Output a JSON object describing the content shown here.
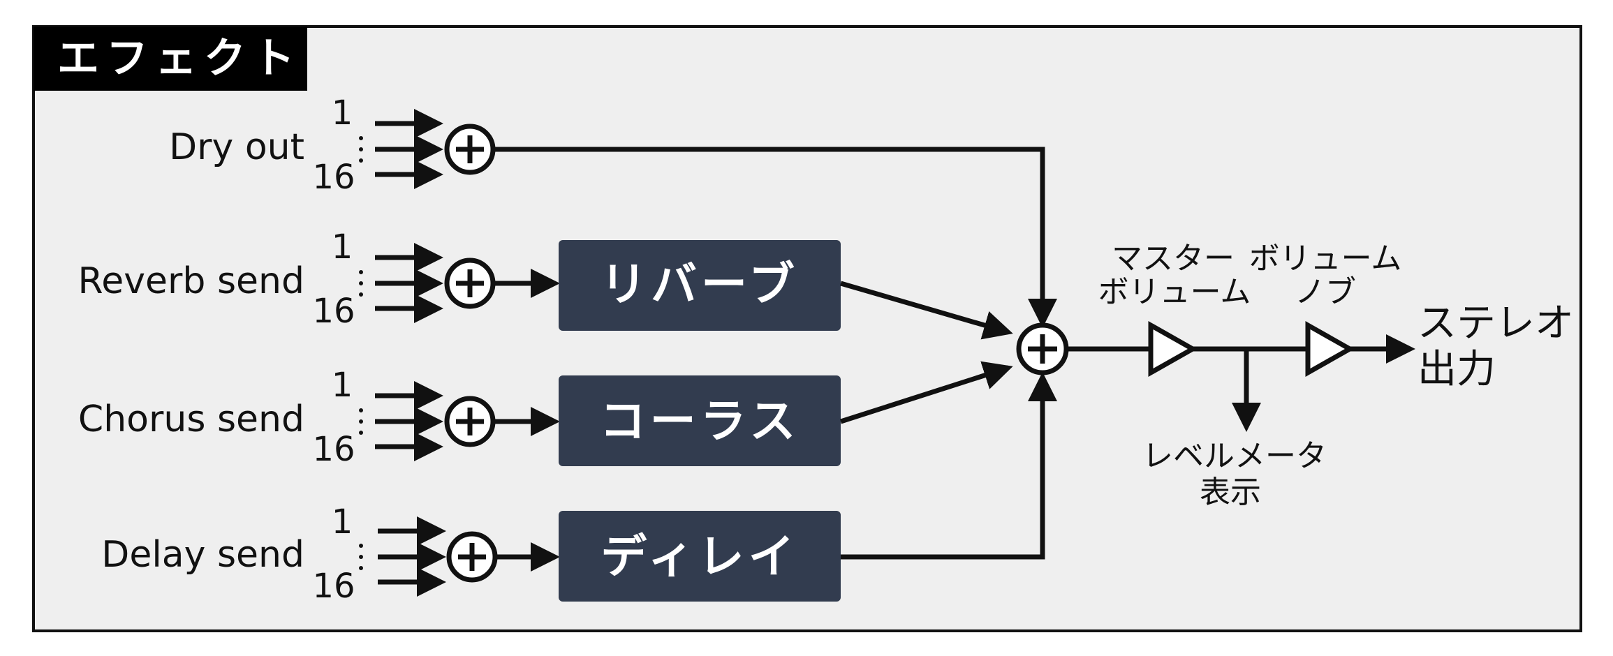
{
  "title": "エフェクト",
  "colors": {
    "panel_bg": "#efefef",
    "border": "#111111",
    "box_fill": "#323c4f",
    "box_text": "#ffffff",
    "title_bg": "#000000"
  },
  "rows": [
    {
      "label": "Dry out",
      "top_index": "1",
      "bottom_index": "16",
      "effect": null
    },
    {
      "label": "Reverb send",
      "top_index": "1",
      "bottom_index": "16",
      "effect": "リバーブ"
    },
    {
      "label": "Chorus send",
      "top_index": "1",
      "bottom_index": "16",
      "effect": "コーラス"
    },
    {
      "label": "Delay send",
      "top_index": "1",
      "bottom_index": "16",
      "effect": "ディレイ"
    }
  ],
  "master_volume_label": [
    "マスター",
    "ボリューム"
  ],
  "volume_knob_label": [
    "ボリューム",
    "ノブ"
  ],
  "level_meter_label": [
    "レベルメータ",
    "表示"
  ],
  "output_label": [
    "ステレオ",
    "出力"
  ],
  "icons": {
    "summing_junction": "circled-plus-icon",
    "amplifier": "triangle-amplifier-icon",
    "arrow": "arrowhead-icon"
  }
}
